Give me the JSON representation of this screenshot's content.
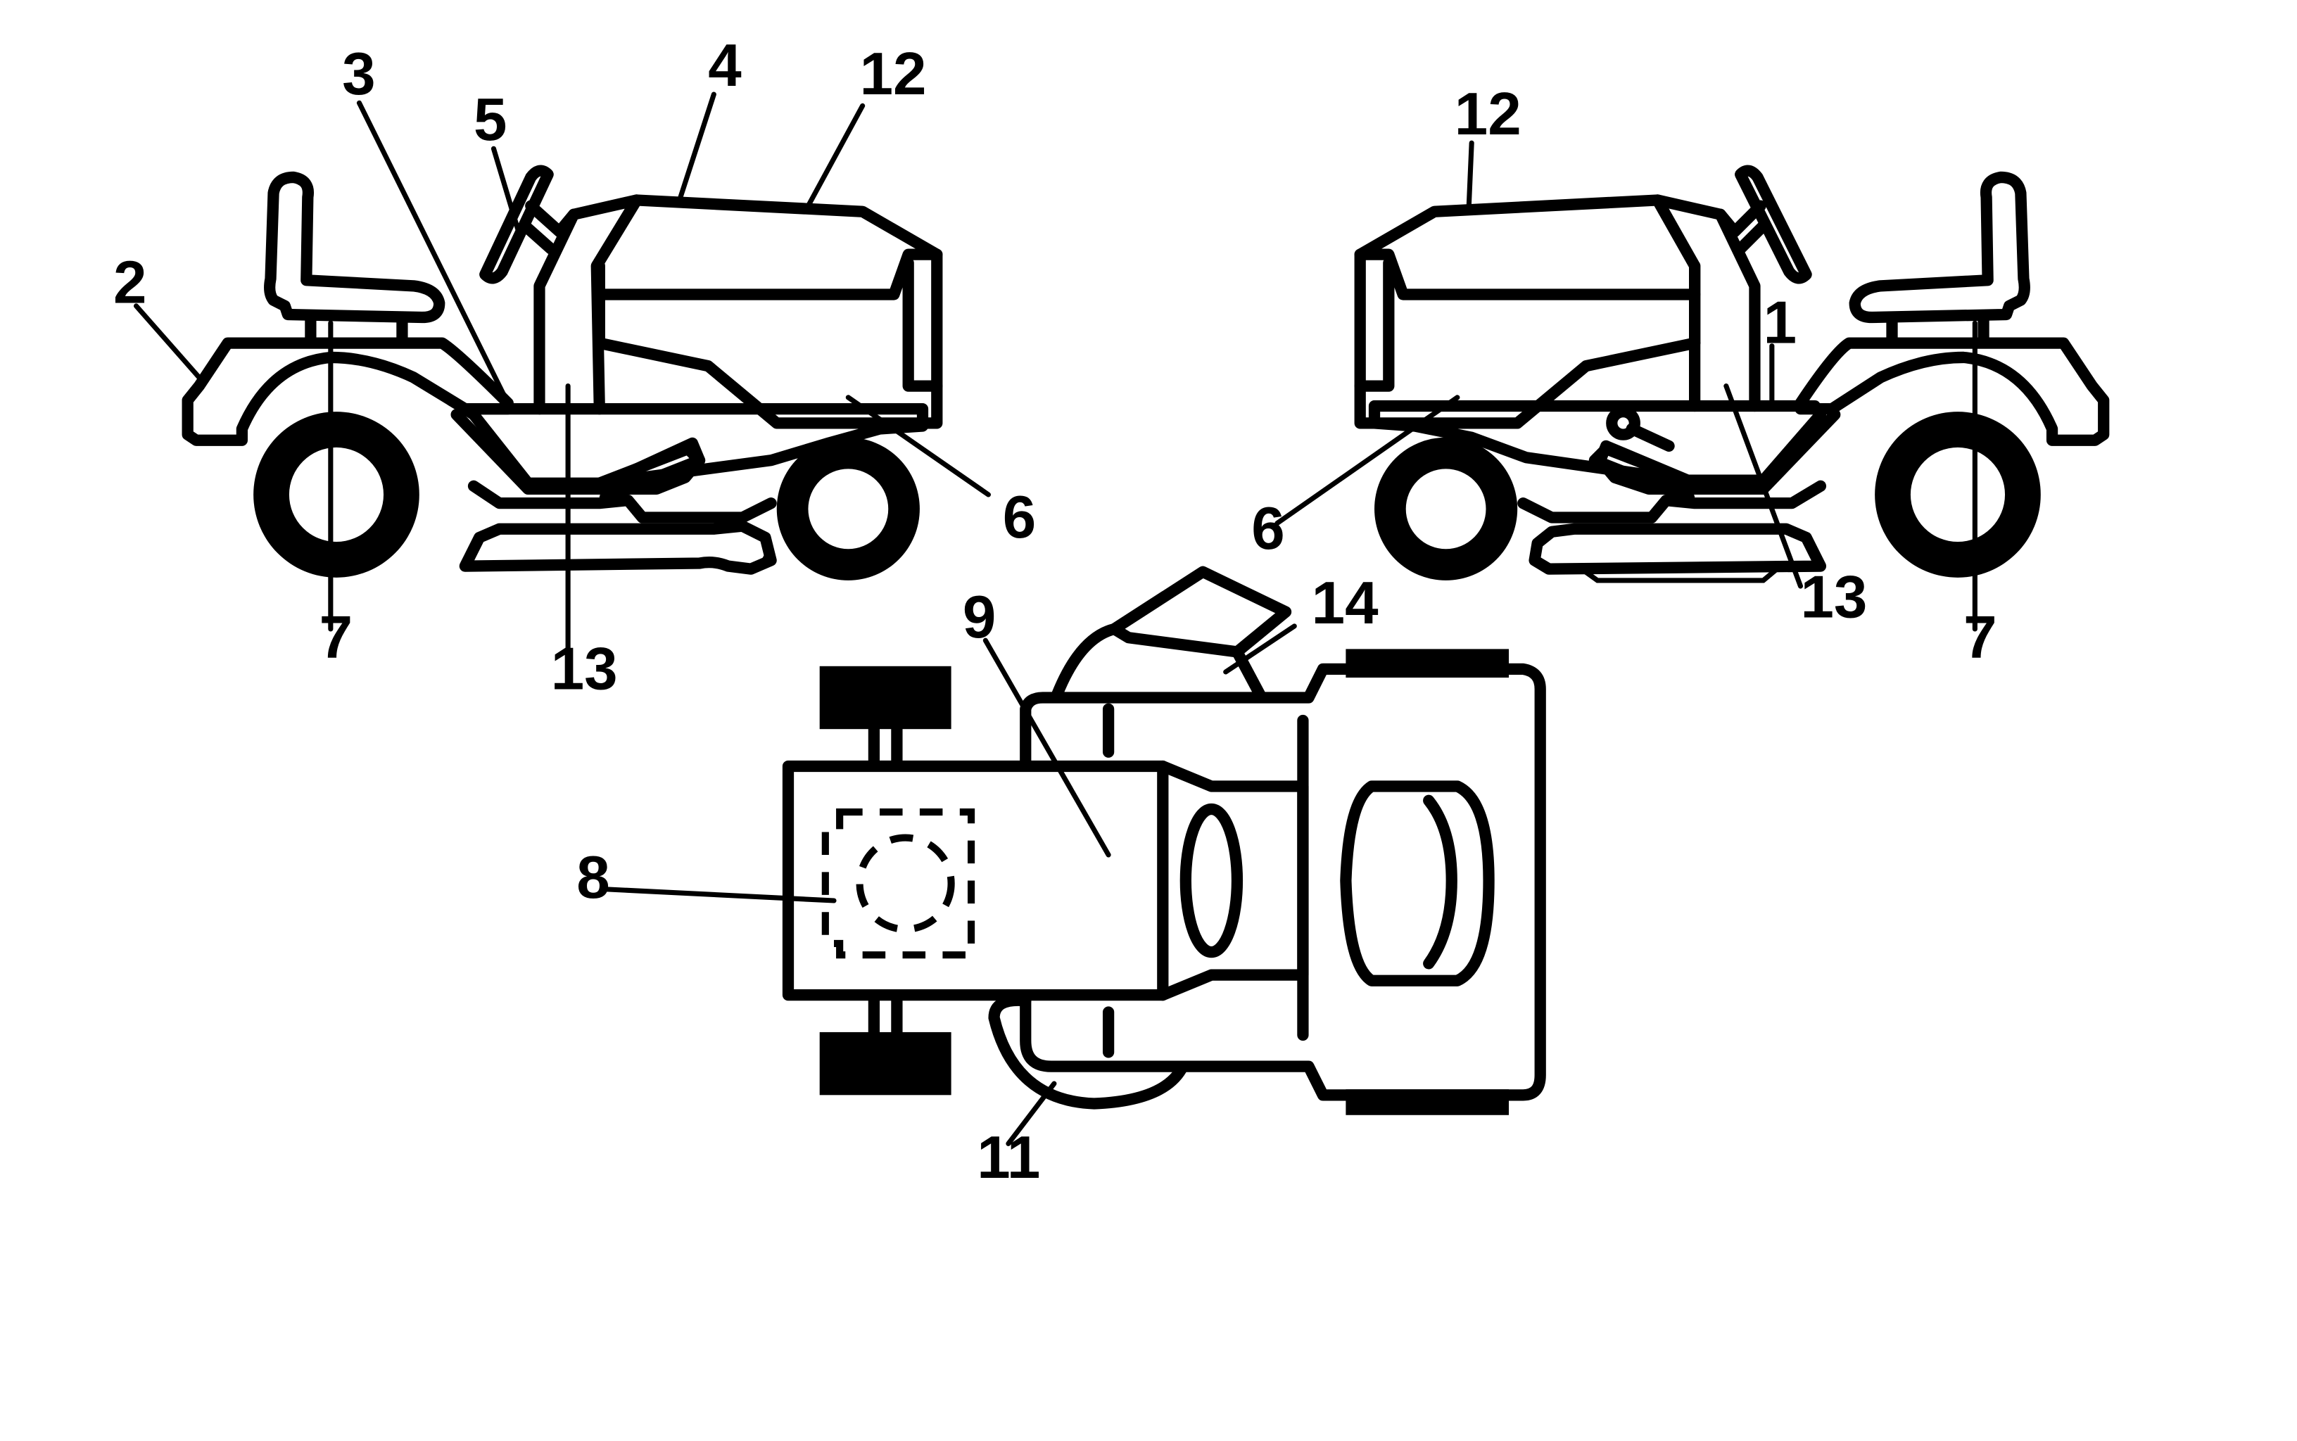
{
  "callouts": {
    "c1": "1",
    "c2": "2",
    "c3": "3",
    "c4": "4",
    "c5": "5",
    "c6_left": "6",
    "c6_right": "6",
    "c7_left": "7",
    "c7_right": "7",
    "c8": "8",
    "c9": "9",
    "c11": "11",
    "c12_left": "12",
    "c12_right": "12",
    "c13_left": "13",
    "c13_right": "13",
    "c14": "14"
  },
  "colors": {
    "line": "#000000",
    "background": "#ffffff"
  }
}
